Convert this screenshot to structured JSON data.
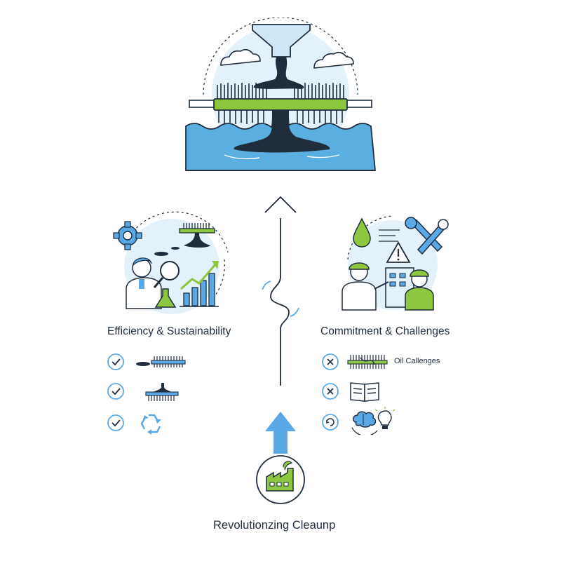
{
  "left_panel": {
    "heading": "Efficiency & Sustainability",
    "items": [
      {
        "status": "check",
        "icon": "skimmer-brush-icon"
      },
      {
        "status": "check",
        "icon": "oil-brush-device-icon"
      },
      {
        "status": "check",
        "icon": "recycle-icon"
      }
    ]
  },
  "right_panel": {
    "heading": "Commitment & Challenges",
    "items": [
      {
        "status": "cross",
        "icon": "tangled-brush-icon",
        "label": "Oil Callenges"
      },
      {
        "status": "cross",
        "icon": "open-book-icon"
      },
      {
        "status": "cycle",
        "icon": "brain-lightbulb-icon"
      }
    ]
  },
  "bottom": {
    "caption": "Revolutionzing Cleaunp",
    "icon": "factory-icon"
  },
  "colors": {
    "accent_green": "#8dc63f",
    "accent_blue": "#5aa9e6",
    "water": "#5aaee0",
    "ink": "#1f2d3d",
    "light_blue": "#e3f1fb"
  }
}
